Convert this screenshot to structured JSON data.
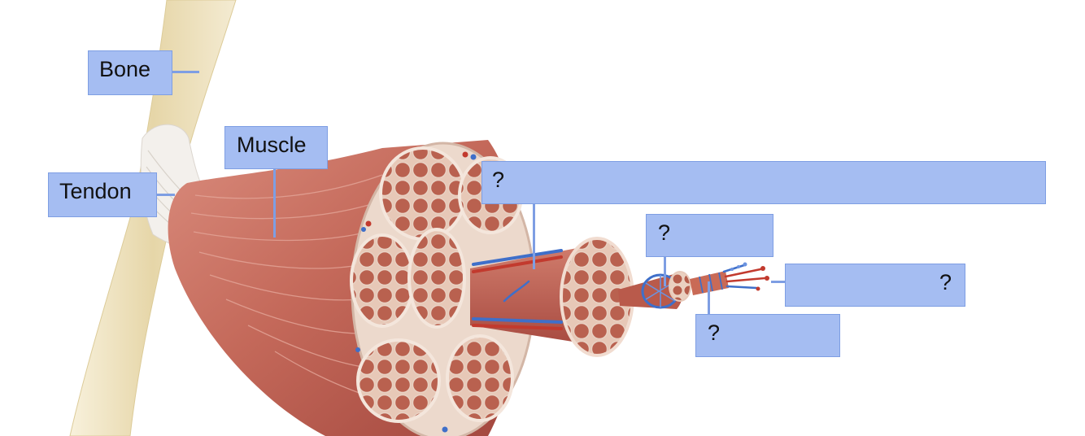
{
  "labels": {
    "bone": "Bone",
    "tendon": "Tendon",
    "muscle": "Muscle",
    "fascicle": "?",
    "muscle_fiber": "?",
    "myofibril": "?",
    "myofilament": "?"
  },
  "colors": {
    "label_fill": "#a5bdf2",
    "label_border": "#7e9ee3",
    "muscle": "#b5544a",
    "bone": "#e8dcb7",
    "tendon": "#f2efea",
    "vessel_blue": "#3f6fc9",
    "vessel_red": "#c23a2e"
  }
}
